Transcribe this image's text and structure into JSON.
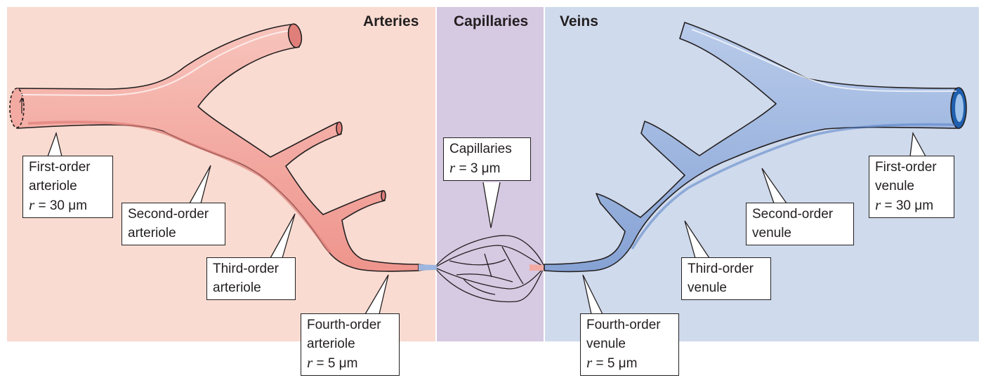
{
  "regions": {
    "arteries": "Arteries",
    "capillaries": "Capillaries",
    "veins": "Veins"
  },
  "colors": {
    "arteries_bg": "#f9dbd1",
    "capillaries_bg": "#d6c9e2",
    "veins_bg": "#cfdaec",
    "artery_vessel": "#f3aaa2",
    "vein_vessel": "#9fb7e0",
    "outline": "#231f20"
  },
  "callouts": {
    "first_order_arteriole": {
      "line1": "First-order",
      "line2": "arteriole",
      "r_symbol": "r",
      "r_value": " = 30 μm"
    },
    "second_order_arteriole": {
      "line1": "Second-order",
      "line2": "arteriole"
    },
    "third_order_arteriole": {
      "line1": "Third-order",
      "line2": "arteriole"
    },
    "fourth_order_arteriole": {
      "line1": "Fourth-order",
      "line2": "arteriole",
      "r_symbol": "r",
      "r_value": " = 5 μm"
    },
    "capillaries": {
      "line1": "Capillaries",
      "r_symbol": "r",
      "r_value": " = 3 μm"
    },
    "fourth_order_venule": {
      "line1": "Fourth-order",
      "line2": "venule",
      "r_symbol": "r",
      "r_value": " = 5 μm"
    },
    "third_order_venule": {
      "line1": "Third-order",
      "line2": "venule"
    },
    "second_order_venule": {
      "line1": "Second-order",
      "line2": "venule"
    },
    "first_order_venule": {
      "line1": "First-order",
      "line2": "venule",
      "r_symbol": "r",
      "r_value": " = 30 μm"
    }
  }
}
